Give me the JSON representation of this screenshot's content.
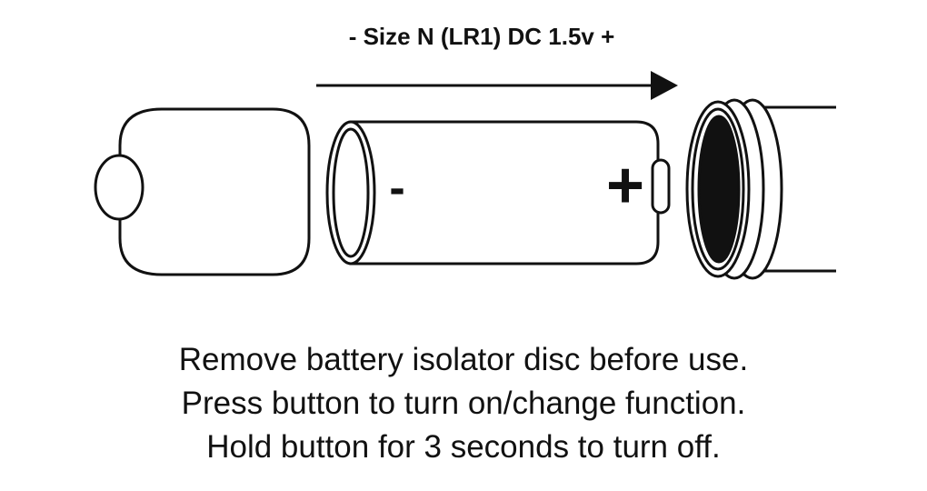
{
  "header": {
    "size_label": "- Size N (LR1) DC 1.5v +"
  },
  "battery": {
    "negative_mark": "-",
    "positive_mark": "+"
  },
  "instructions": [
    "Remove battery isolator disc before use.",
    "Press button to turn on/change function.",
    "Hold button for 3 seconds to turn off."
  ],
  "colors": {
    "ink": "#111111",
    "background": "#ffffff"
  }
}
